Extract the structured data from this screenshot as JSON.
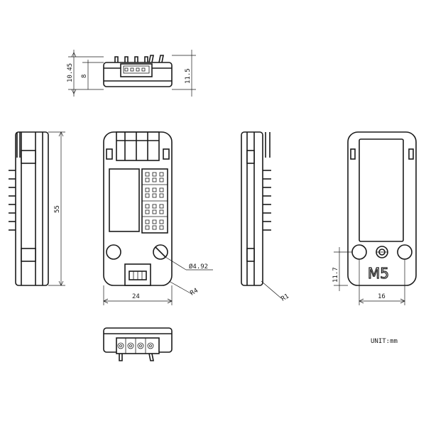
{
  "dimensions": {
    "height_total": "10.45",
    "height_body": "8",
    "height_right": "11.5",
    "length": "55",
    "width": "24",
    "hole_diameter": "Ø4.92",
    "corner_radius_large": "R4",
    "corner_radius_small": "R1",
    "hole_offset": "11.7",
    "hole_spacing": "16"
  },
  "logo_text": "M5",
  "unit_label": "UNIT:mm"
}
